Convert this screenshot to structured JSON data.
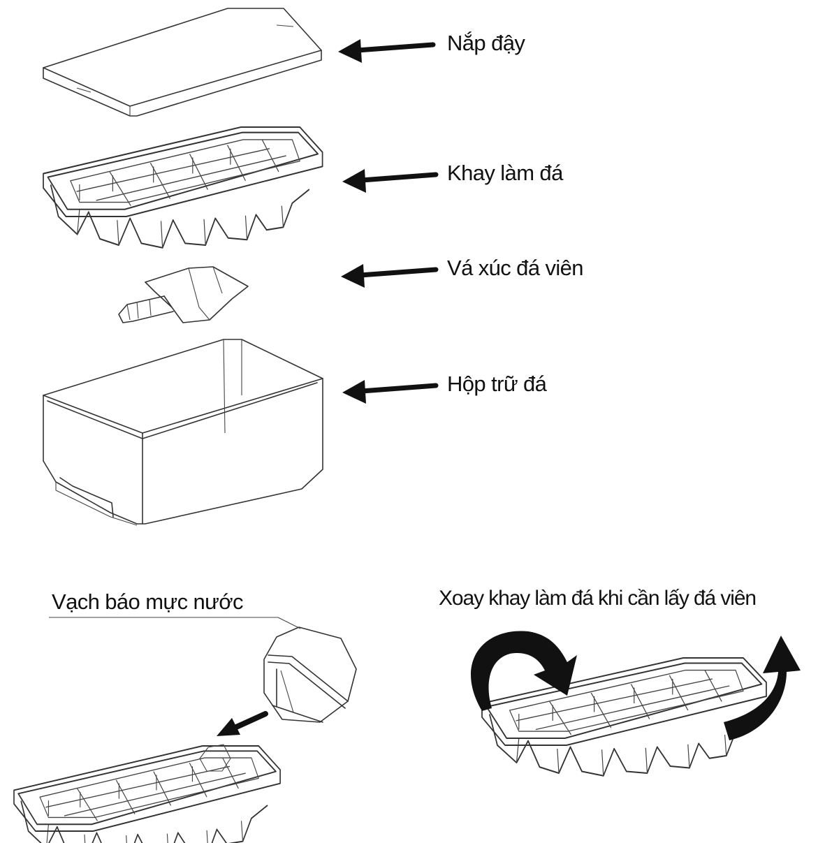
{
  "parts": {
    "lid": "Nắp đậy",
    "tray": "Khay làm đá",
    "scoop": "Vá xúc đá viên",
    "box": "Hộp trữ đá"
  },
  "notes": {
    "water_line": "Vạch báo mực nước",
    "rotate_instruction": "Xoay khay làm đá khi cần lấy đá viên"
  },
  "colors": {
    "stroke": "#333333",
    "arrow": "#111111",
    "background": "#ffffff"
  }
}
